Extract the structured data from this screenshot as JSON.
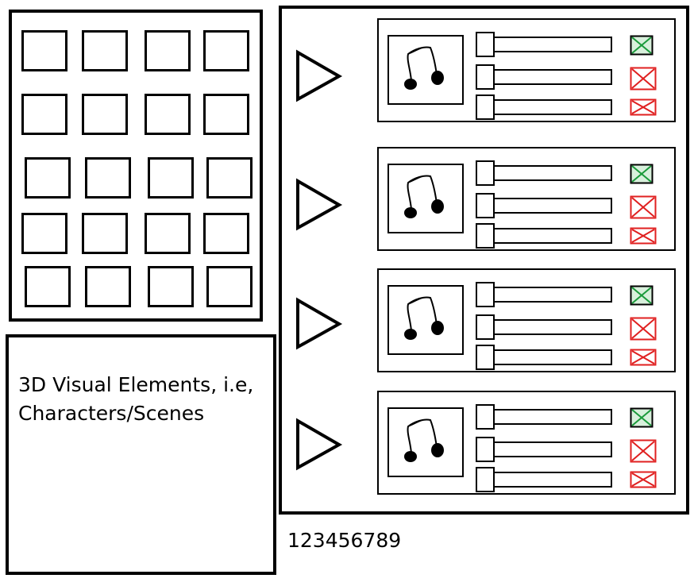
{
  "asset_grid": {
    "rows": 5,
    "cols": 4
  },
  "viewport": {
    "text": "3D Visual Elements, i.e,\nCharacters/Scenes"
  },
  "tracks": [
    {
      "icon": "music-note-icon",
      "controls": [
        {
          "toggle": "enabled"
        },
        {
          "toggle": "disabled"
        },
        {
          "toggle": "disabled"
        }
      ]
    },
    {
      "icon": "music-note-icon",
      "controls": [
        {
          "toggle": "enabled"
        },
        {
          "toggle": "disabled"
        },
        {
          "toggle": "disabled"
        }
      ]
    },
    {
      "icon": "music-note-icon",
      "controls": [
        {
          "toggle": "enabled"
        },
        {
          "toggle": "disabled"
        },
        {
          "toggle": "disabled"
        }
      ]
    },
    {
      "icon": "music-note-icon",
      "controls": [
        {
          "toggle": "enabled"
        },
        {
          "toggle": "disabled"
        },
        {
          "toggle": "disabled"
        }
      ]
    }
  ],
  "counter": "123456789",
  "colors": {
    "enabled": "#1a9a3a",
    "disabled": "#e02020",
    "enabled_fill": "#d8f0dc",
    "line": "#000000"
  }
}
